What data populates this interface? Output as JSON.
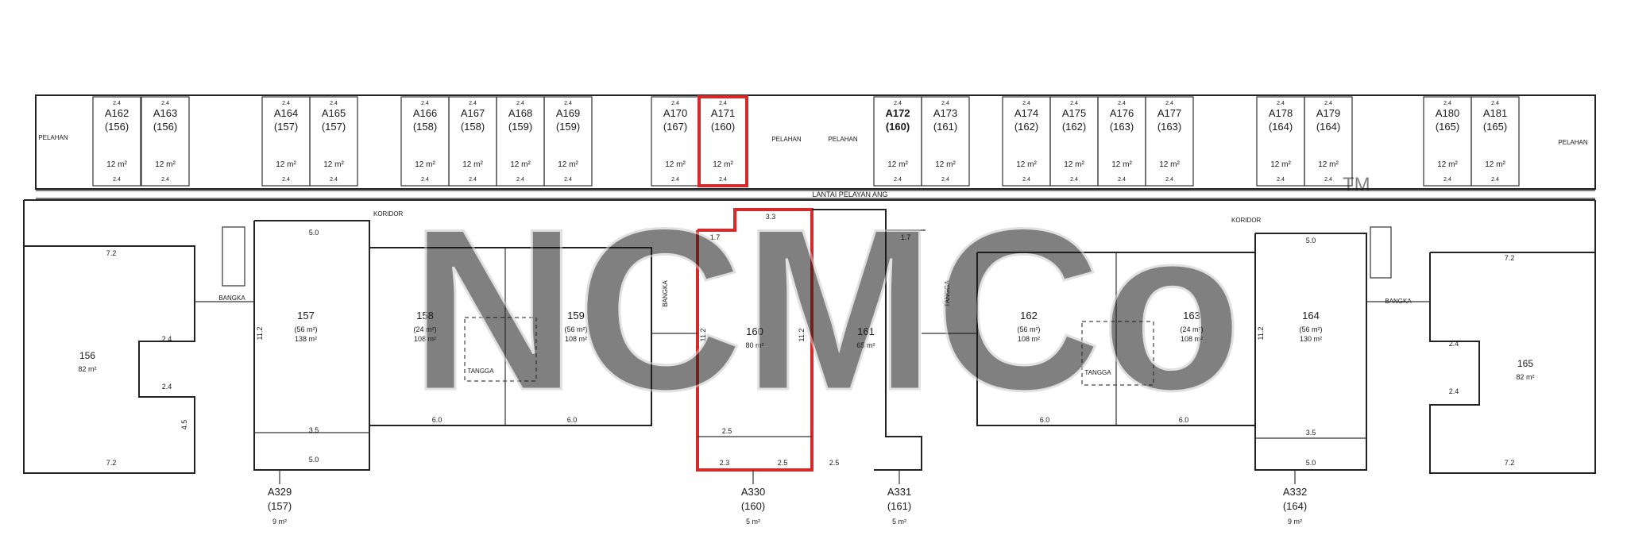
{
  "colors": {
    "line": "#222222",
    "highlight": "#d42a2a",
    "watermark": "#c8c8c8"
  },
  "watermark": {
    "text": "NCMCo",
    "trademark": "TM"
  },
  "storage_units": [
    {
      "id": "A162",
      "ref": "(156)",
      "area": "12 m²",
      "dim": "2.4"
    },
    {
      "id": "A163",
      "ref": "(156)",
      "area": "12 m²",
      "dim": "2.4"
    },
    {
      "id": "A164",
      "ref": "(157)",
      "area": "12 m²",
      "dim": "2.4"
    },
    {
      "id": "A165",
      "ref": "(157)",
      "area": "12 m²",
      "dim": "2.4"
    },
    {
      "id": "A166",
      "ref": "(158)",
      "area": "12 m²",
      "dim": "2.4"
    },
    {
      "id": "A167",
      "ref": "(158)",
      "area": "12 m²",
      "dim": "2.4"
    },
    {
      "id": "A168",
      "ref": "(159)",
      "area": "12 m²",
      "dim": "2.4"
    },
    {
      "id": "A169",
      "ref": "(159)",
      "area": "12 m²",
      "dim": "2.4"
    },
    {
      "id": "A170",
      "ref": "(167)",
      "area": "12 m²",
      "dim": "2.4"
    },
    {
      "id": "A171",
      "ref": "(160)",
      "area": "12 m²",
      "dim": "2.4"
    },
    {
      "id": "A172",
      "ref": "(160)",
      "area": "12 m²",
      "dim": "2.4"
    },
    {
      "id": "A173",
      "ref": "(161)",
      "area": "12 m²",
      "dim": "2.4"
    },
    {
      "id": "A174",
      "ref": "(162)",
      "area": "12 m²",
      "dim": "2.4"
    },
    {
      "id": "A175",
      "ref": "(162)",
      "area": "12 m²",
      "dim": "2.4"
    },
    {
      "id": "A176",
      "ref": "(163)",
      "area": "12 m²",
      "dim": "2.4"
    },
    {
      "id": "A177",
      "ref": "(163)",
      "area": "12 m²",
      "dim": "2.4"
    },
    {
      "id": "A178",
      "ref": "(164)",
      "area": "12 m²",
      "dim": "2.4"
    },
    {
      "id": "A179",
      "ref": "(164)",
      "area": "12 m²",
      "dim": "2.4"
    },
    {
      "id": "A180",
      "ref": "(165)",
      "area": "12 m²",
      "dim": "2.4"
    },
    {
      "id": "A181",
      "ref": "(165)",
      "area": "12 m²",
      "dim": "2.4"
    }
  ],
  "service_label": "PELAHAN",
  "corridor": {
    "top_label": "LANTAI PELAYAN ANG",
    "left_label": "KORIDOR",
    "right_label": "KORIDOR"
  },
  "side_labels": {
    "left": "BANGKA",
    "center": "BANGKA",
    "right_center": "TANGGA",
    "right": "BANGKA"
  },
  "units": [
    {
      "id": "156",
      "area": "82 m²"
    },
    {
      "id": "157",
      "area": "(56 m²)\n138 m²"
    },
    {
      "id": "158",
      "area": "(24 m²)\n108 m²"
    },
    {
      "id": "159",
      "area": "(56 m²)\n108 m²"
    },
    {
      "id": "160",
      "area": "80 m²"
    },
    {
      "id": "161",
      "area": "65 m²"
    },
    {
      "id": "162",
      "area": "(56 m²)\n108 m²"
    },
    {
      "id": "163",
      "area": "(24 m²)\n108 m²"
    },
    {
      "id": "164",
      "area": "(56 m²)\n130 m²"
    },
    {
      "id": "165",
      "area": "82 m²"
    }
  ],
  "stairs_label": "TANGGA",
  "bottom_units": [
    {
      "id": "A329",
      "ref": "(157)",
      "area": "9 m²"
    },
    {
      "id": "A330",
      "ref": "(160)",
      "area": "5 m²"
    },
    {
      "id": "A331",
      "ref": "(161)",
      "area": "5 m²"
    },
    {
      "id": "A332",
      "ref": "(164)",
      "area": "9 m²"
    }
  ],
  "dimensions": {
    "d72": "7.2",
    "d50": "5.0",
    "d35": "3.5",
    "d25": "2.5",
    "d24": "2.4",
    "d33": "3.3",
    "d60": "6.0",
    "d112": "11.2",
    "d45": "4.5",
    "d17": "1.7",
    "d23": "2.3"
  }
}
